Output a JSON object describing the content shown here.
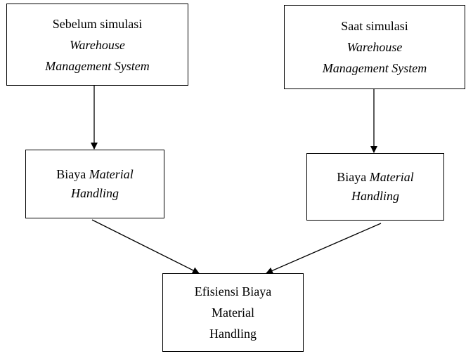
{
  "boxes": {
    "before": {
      "line1": "Sebelum simulasi",
      "line2": "Warehouse",
      "line3": "Management System"
    },
    "during": {
      "line1": "Saat simulasi",
      "line2": "Warehouse",
      "line3": "Management System"
    },
    "cost_left": {
      "prefix": "Biaya ",
      "italic1": "Material",
      "italic2": "Handling"
    },
    "cost_right": {
      "prefix": "Biaya ",
      "italic1": "Material",
      "italic2": "Handling"
    },
    "result": {
      "line1": "Efisiensi Biaya",
      "line2": "Material",
      "line3": "Handling"
    }
  },
  "colors": {
    "stroke": "#000000",
    "background": "#ffffff"
  }
}
